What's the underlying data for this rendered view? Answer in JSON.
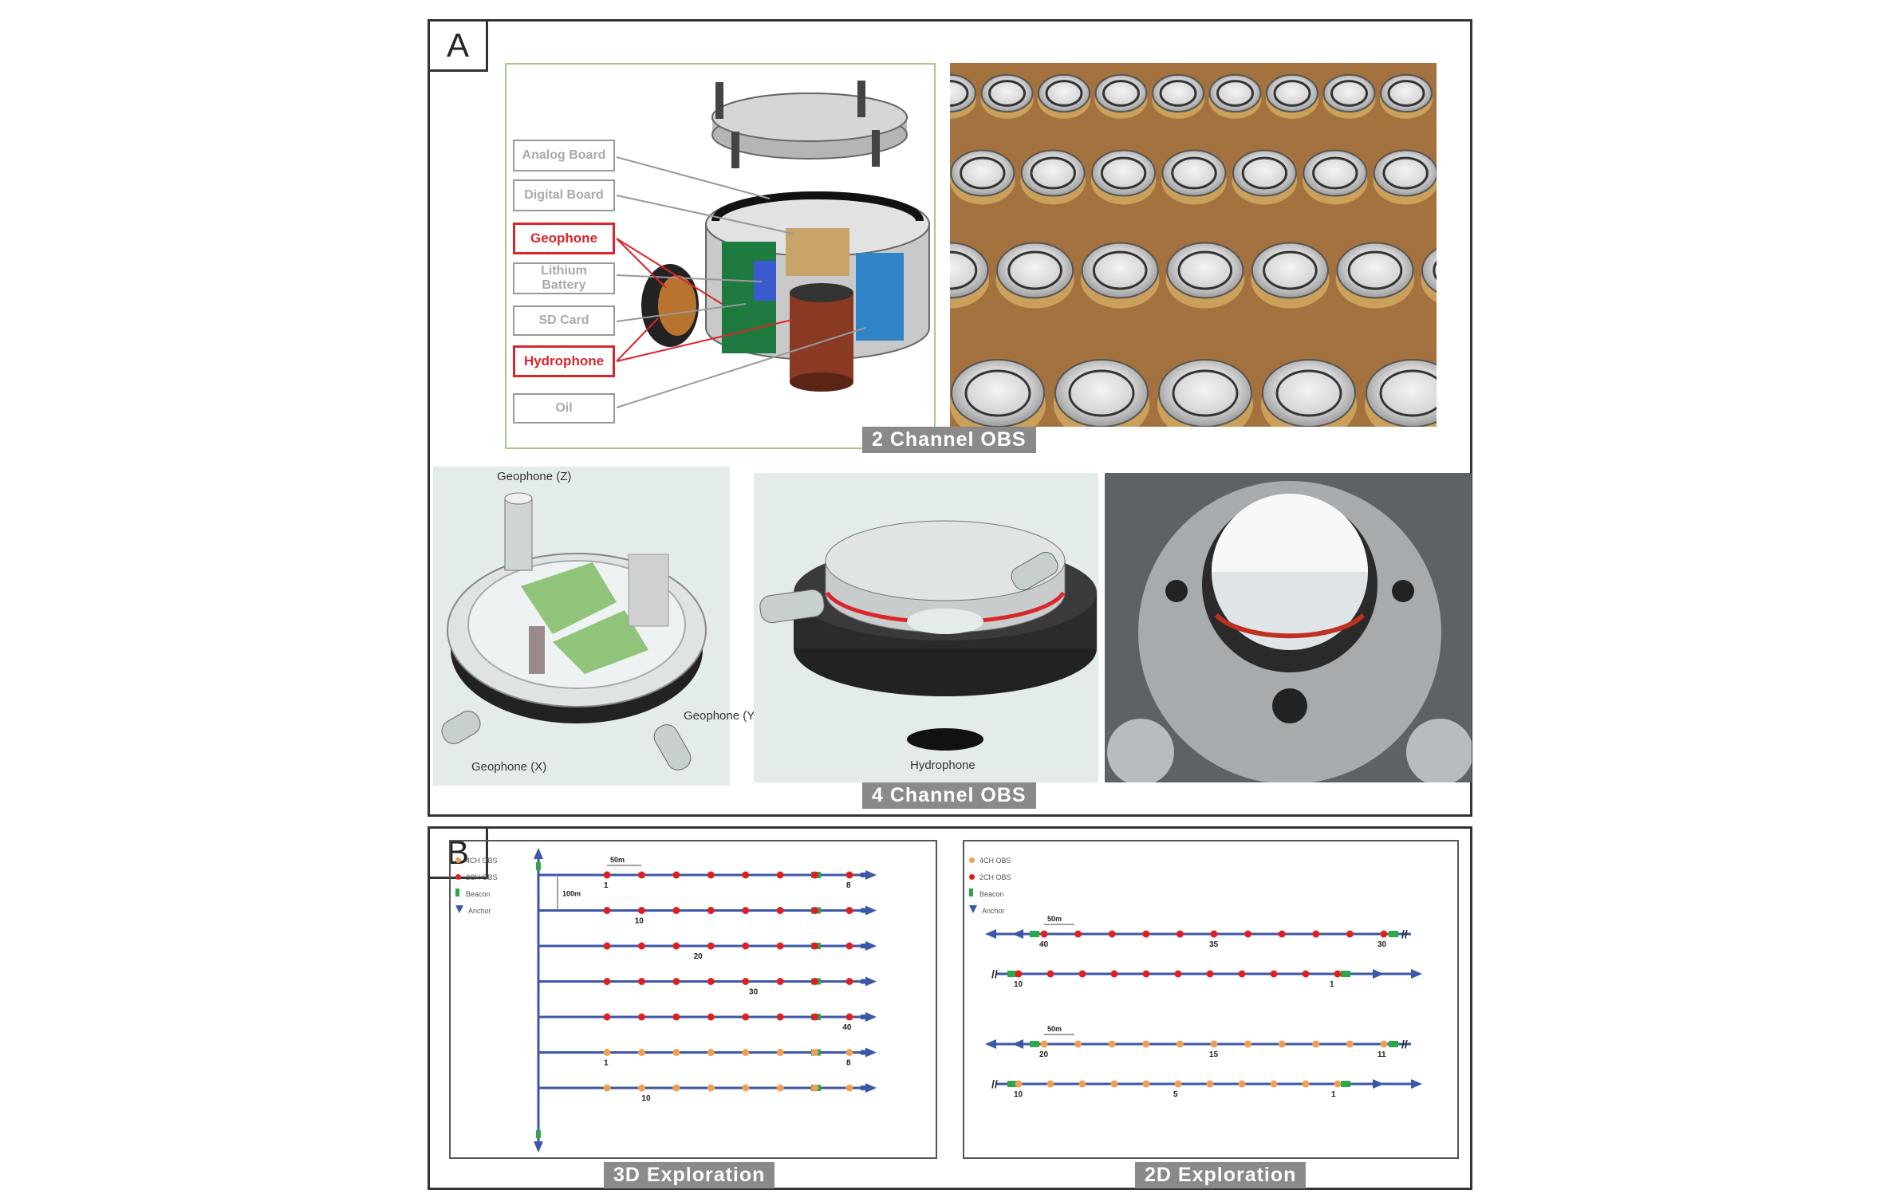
{
  "panelA": {
    "tag": "A",
    "diagram_labels": [
      "Analog Board",
      "Digital Board",
      "Geophone",
      "Lithium Battery",
      "SD Card",
      "Hydrophone",
      "Oil"
    ],
    "highlighted_labels": [
      "Geophone",
      "Hydrophone"
    ],
    "caption_2ch": "2 Channel OBS",
    "caption_4ch": "4 Channel OBS",
    "geo_z": "Geophone (Z)",
    "geo_y": "Geophone (Y)",
    "geo_x": "Geophone (X)",
    "hydrophone": "Hydrophone",
    "colors": {
      "highlight": "#d9262b",
      "frame_green": "#a6c98a",
      "caption_bg": "#8a8a8a"
    }
  },
  "panelB": {
    "tag": "B",
    "left": {
      "caption": "3D Exploration",
      "legend": [
        "4CH OBS",
        "2CH OBS",
        "Beacon",
        "Anchor"
      ],
      "spacing_label": "50m",
      "line_spacing_label": "100m",
      "row_labels": [
        [
          "1",
          "8"
        ],
        [
          "10"
        ],
        [
          "20"
        ],
        [
          "30"
        ],
        [
          "40"
        ],
        [
          "1",
          "8"
        ],
        [
          "10"
        ]
      ]
    },
    "right": {
      "caption": "2D Exploration",
      "legend": [
        "4CH OBS",
        "2CH OBS",
        "Beacon",
        "Anchor"
      ],
      "spacing_label": "50m",
      "row_labels": [
        [
          "40",
          "35",
          "30"
        ],
        [
          "10",
          "1"
        ],
        [
          "20",
          "15",
          "11"
        ],
        [
          "10",
          "5",
          "1"
        ]
      ]
    },
    "colors": {
      "line": "#3b57a8",
      "red": "#e02020",
      "orange": "#f0a050",
      "green": "#2aa84a"
    }
  }
}
